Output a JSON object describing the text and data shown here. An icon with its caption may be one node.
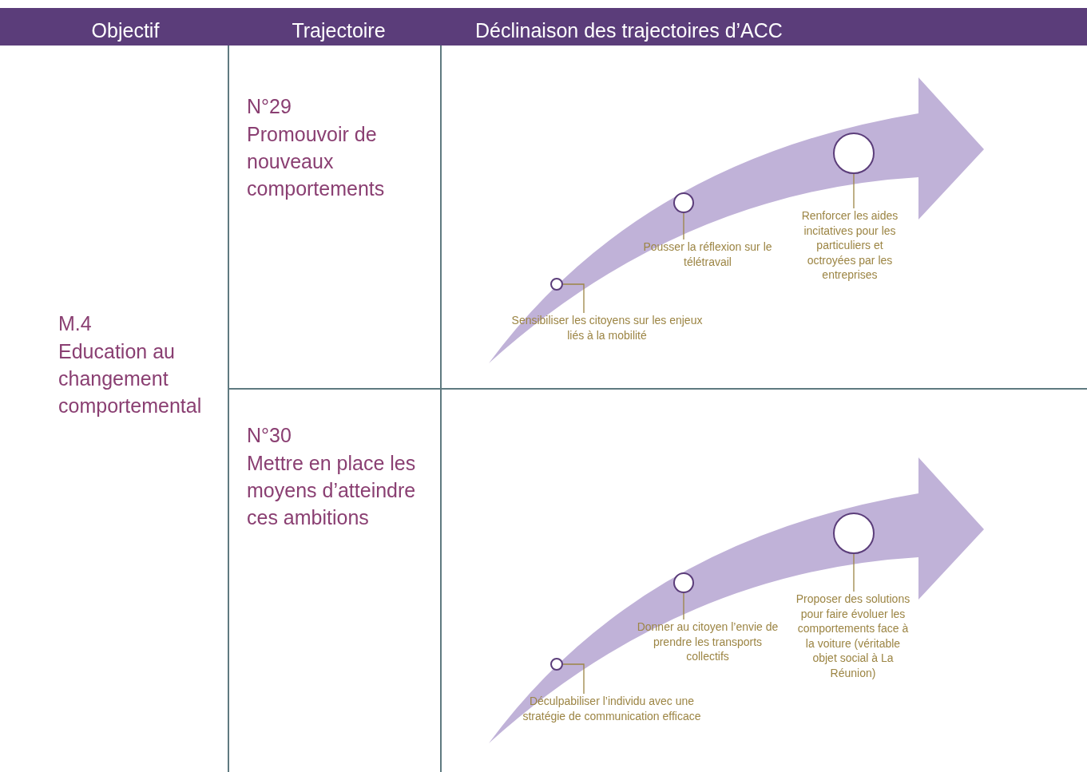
{
  "diagram": {
    "nodes": [
      {
        "text": [],
        "shape": "circle"
      },
      {
        "text": [
          "Sensibiliser les citoyens sur les enjeux liés à la mobilité"
        ]
      },
      {
        "text": [],
        "shape": "circle"
      },
      {
        "text": [
          "Pousser la réflexion sur le télétravail"
        ]
      },
      {
        "text": [],
        "shape": "circle"
      },
      {
        "text": [
          "Renforcer les aides incitatives pour les particuliers et octroyées par les entreprises"
        ]
      },
      {
        "text": [],
        "shape": "circle"
      },
      {
        "text": [
          "Déculpabiliser l’individu avec une stratégie de communication efficace"
        ]
      },
      {
        "text": [],
        "shape": "circle"
      },
      {
        "text": [
          "Donner au citoyen l’envie de prendre les transports collectifs"
        ]
      },
      {
        "text": [],
        "shape": "circle"
      },
      {
        "text": [
          "Proposer des solutions pour faire évoluer les comportements face à la voiture (véritable objet social à La Réunion)"
        ]
      }
    ],
    "edges": [
      {
        "from": 0,
        "to": 1,
        "arrow": "none"
      },
      {
        "from": 2,
        "to": 3,
        "arrow": "none"
      },
      {
        "from": 4,
        "to": 5,
        "arrow": "none"
      },
      {
        "from": 6,
        "to": 7,
        "arrow": "none"
      },
      {
        "from": 8,
        "to": 9,
        "arrow": "none"
      },
      {
        "from": 10,
        "to": 11,
        "arrow": "none"
      }
    ],
    "labels": [
      "Objectif",
      "Trajectoire",
      "Déclinaison des trajectoires d’ACC",
      "M.4",
      "Education au changement comportemental",
      "N°29",
      "Promouvoir de nouveaux comportements",
      "N°30",
      "Mettre en place les moyens d’atteindre ces ambitions"
    ]
  }
}
